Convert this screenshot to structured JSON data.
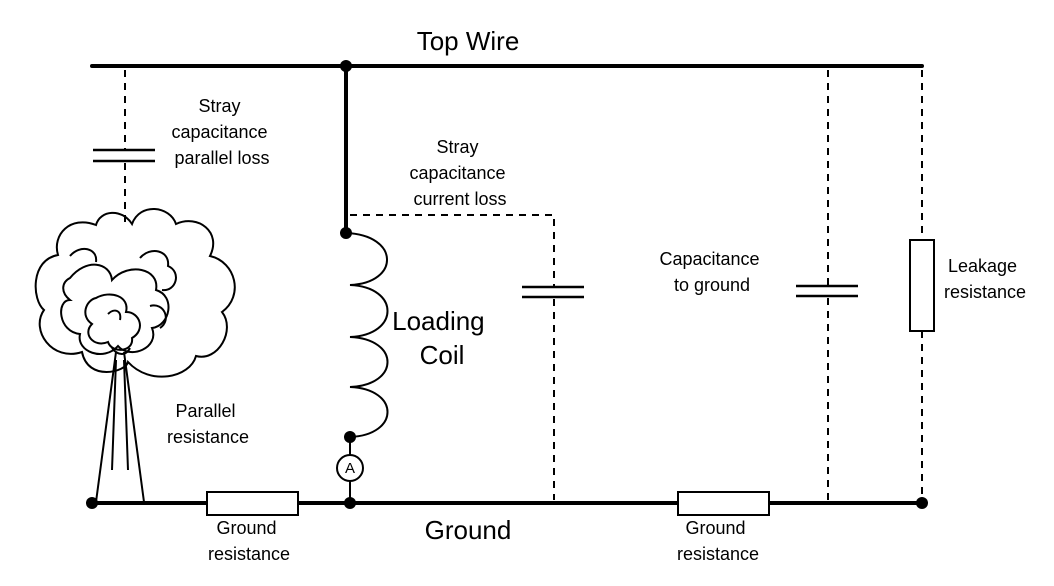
{
  "labels": {
    "top_wire": "Top Wire",
    "ground": "Ground",
    "loading_coil": [
      "Loading",
      "Coil"
    ],
    "stray_parallel_loss": [
      "Stray",
      "capacitance",
      "parallel loss"
    ],
    "stray_current_loss": [
      "Stray",
      "capacitance",
      "current loss"
    ],
    "capacitance_to_ground": [
      "Capacitance",
      "to ground"
    ],
    "leakage_resistance": [
      "Leakage",
      "resistance"
    ],
    "parallel_resistance": [
      "Parallel",
      "resistance"
    ],
    "ground_resistance_left": [
      "Ground",
      "resistance"
    ],
    "ground_resistance_right": [
      "Ground",
      "resistance"
    ],
    "ammeter": "A"
  }
}
